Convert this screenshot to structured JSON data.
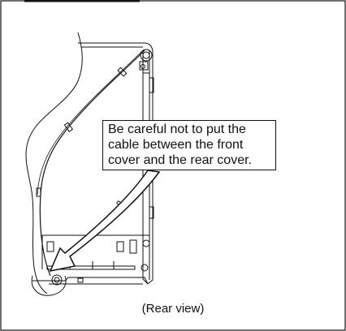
{
  "callout": {
    "lines": [
      "Be careful not to put the",
      "cable between the front",
      "cover and the rear cover."
    ]
  },
  "caption": "(Rear view)",
  "colors": {
    "line": "#111111",
    "background": "#ffffff"
  }
}
